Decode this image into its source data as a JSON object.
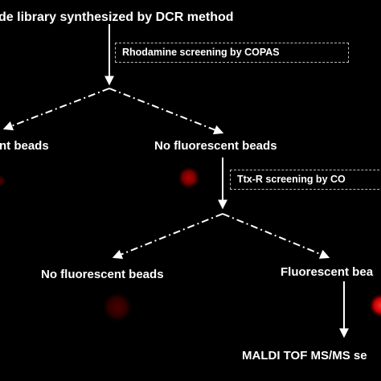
{
  "nodes": {
    "library": "de library synthesized by DCR method",
    "left_fluorescent": "nt beads",
    "no_fluorescent_1": "No fluorescent beads",
    "no_fluorescent_2": "No fluorescent beads",
    "fluorescent_2": "Fluorescent bea",
    "maldi": "MALDI TOF MS/MS se"
  },
  "screens": {
    "rhodamine": "Rhodamine screening by COPAS",
    "ttx": "Ttx-R screening by CO"
  },
  "colors": {
    "background": "#000000",
    "text": "#ffffff",
    "box_border": "#bdbdbd",
    "bead_bright": "#e00000",
    "bead_dim": "#5a0000"
  }
}
